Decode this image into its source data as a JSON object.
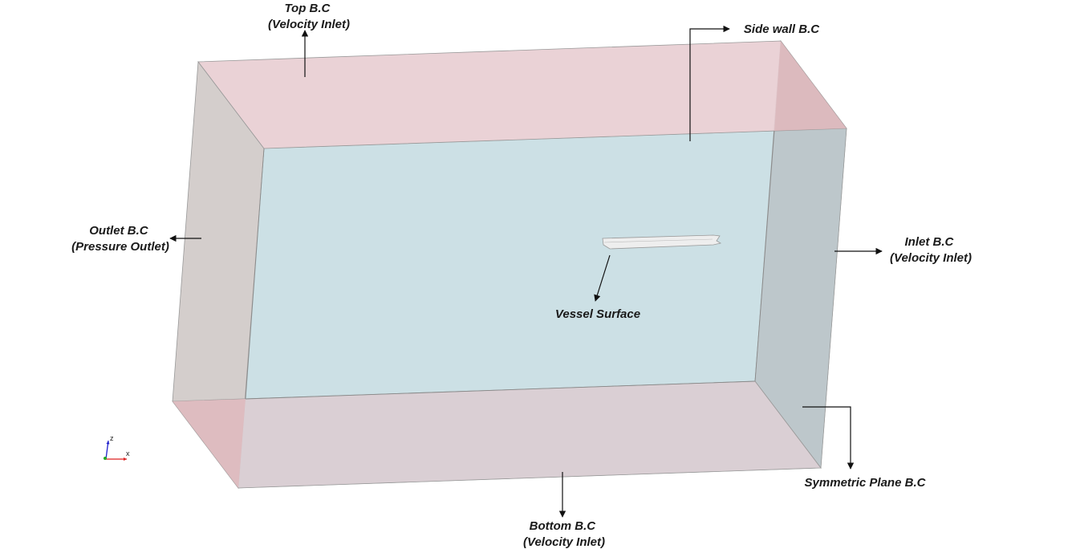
{
  "labels": {
    "top": [
      "Top B.C",
      "(Velocity Inlet)"
    ],
    "side_wall": [
      "Side wall B.C"
    ],
    "outlet": [
      "Outlet B.C",
      "(Pressure Outlet)"
    ],
    "inlet": [
      "Inlet B.C",
      "(Velocity Inlet)"
    ],
    "vessel": [
      "Vessel Surface"
    ],
    "bottom": [
      "Bottom B.C",
      "(Velocity Inlet)"
    ],
    "symmetric": [
      "Symmetric Plane B.C"
    ]
  },
  "triad": {
    "z": "z",
    "x": "x"
  },
  "colors": {
    "top_face": "#e8cdd1",
    "side_wall_face": "#cce0e5",
    "outlet_face": "#d2cbc9",
    "inlet_face": "#bcc4c9",
    "bottom_face": "#dccdd2",
    "vessel": "#eeeeee",
    "arrow": "#111111"
  }
}
